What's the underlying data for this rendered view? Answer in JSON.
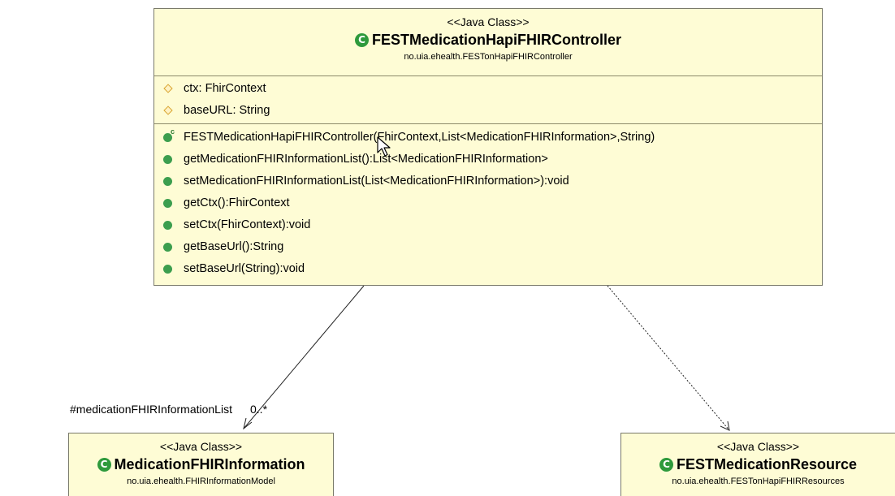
{
  "controller": {
    "stereotype": "<<Java Class>>",
    "class_icon": "C",
    "name": "FESTMedicationHapiFHIRController",
    "package": "no.uia.ehealth.FESTonHapiFHIRController",
    "fields": [
      "ctx: FhirContext",
      "baseURL: String"
    ],
    "methods": [
      "FESTMedicationHapiFHIRController(FhirContext,List<MedicationFHIRInformation>,String)",
      "getMedicationFHIRInformationList():List<MedicationFHIRInformation>",
      "setMedicationFHIRInformationList(List<MedicationFHIRInformation>):void",
      "getCtx():FhirContext",
      "setCtx(FhirContext):void",
      "getBaseUrl():String",
      "setBaseUrl(String):void"
    ],
    "constructor_mark": "c"
  },
  "info_class": {
    "stereotype": "<<Java Class>>",
    "class_icon": "C",
    "name": "MedicationFHIRInformation",
    "package": "no.uia.ehealth.FHIRInformationModel"
  },
  "resource_class": {
    "stereotype": "<<Java Class>>",
    "class_icon": "C",
    "name": "FESTMedicationResource",
    "package": "no.uia.ehealth.FESTonHapiFHIRResources"
  },
  "association": {
    "role": "#medicationFHIRInformationList",
    "multiplicity": "0..*"
  },
  "colors": {
    "class_fill": "#fefcd5",
    "class_border": "#7a7a6a",
    "method_icon": "#3c9e4e",
    "field_icon": "#d9a531"
  }
}
